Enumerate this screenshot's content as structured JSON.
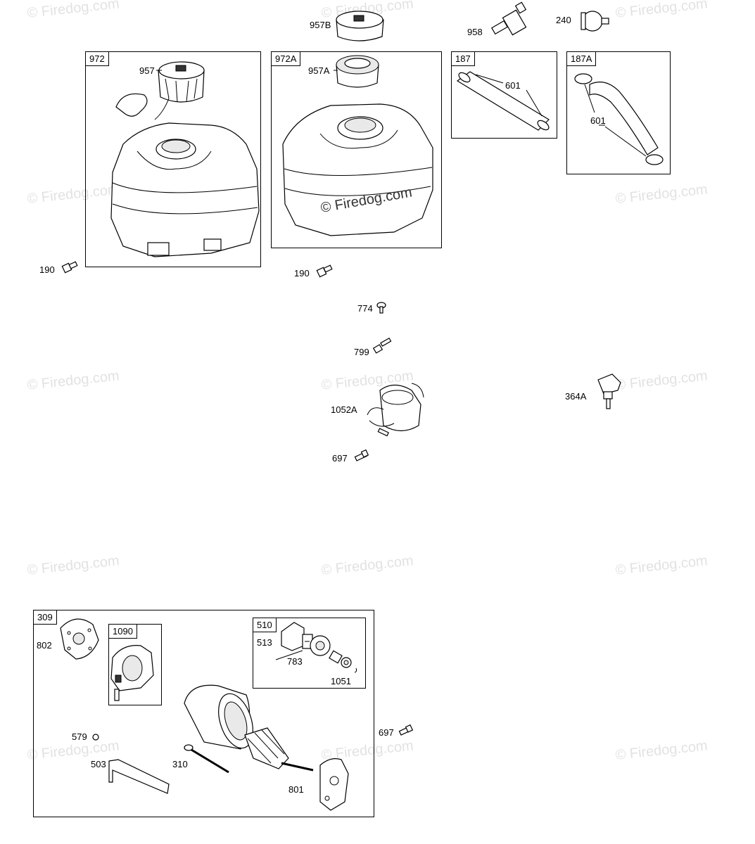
{
  "watermark": "© Firedog.com",
  "brand_watermark": "© Firedog.com",
  "boxes": {
    "b972": "972",
    "b972A": "972A",
    "b187": "187",
    "b187A": "187A",
    "b309": "309",
    "b1090": "1090",
    "b510": "510"
  },
  "labels": {
    "l957B": "957B",
    "l958": "958",
    "l240": "240",
    "l957": "957",
    "l957A": "957A",
    "l601a": "601",
    "l601b": "601",
    "l190a": "190",
    "l190b": "190",
    "l774": "774",
    "l799": "799",
    "l1052A": "1052A",
    "l697a": "697",
    "l364A": "364A",
    "l802": "802",
    "l513": "513",
    "l783": "783",
    "l1051": "1051",
    "l579": "579",
    "l503": "503",
    "l310": "310",
    "l801": "801",
    "l697b": "697"
  }
}
